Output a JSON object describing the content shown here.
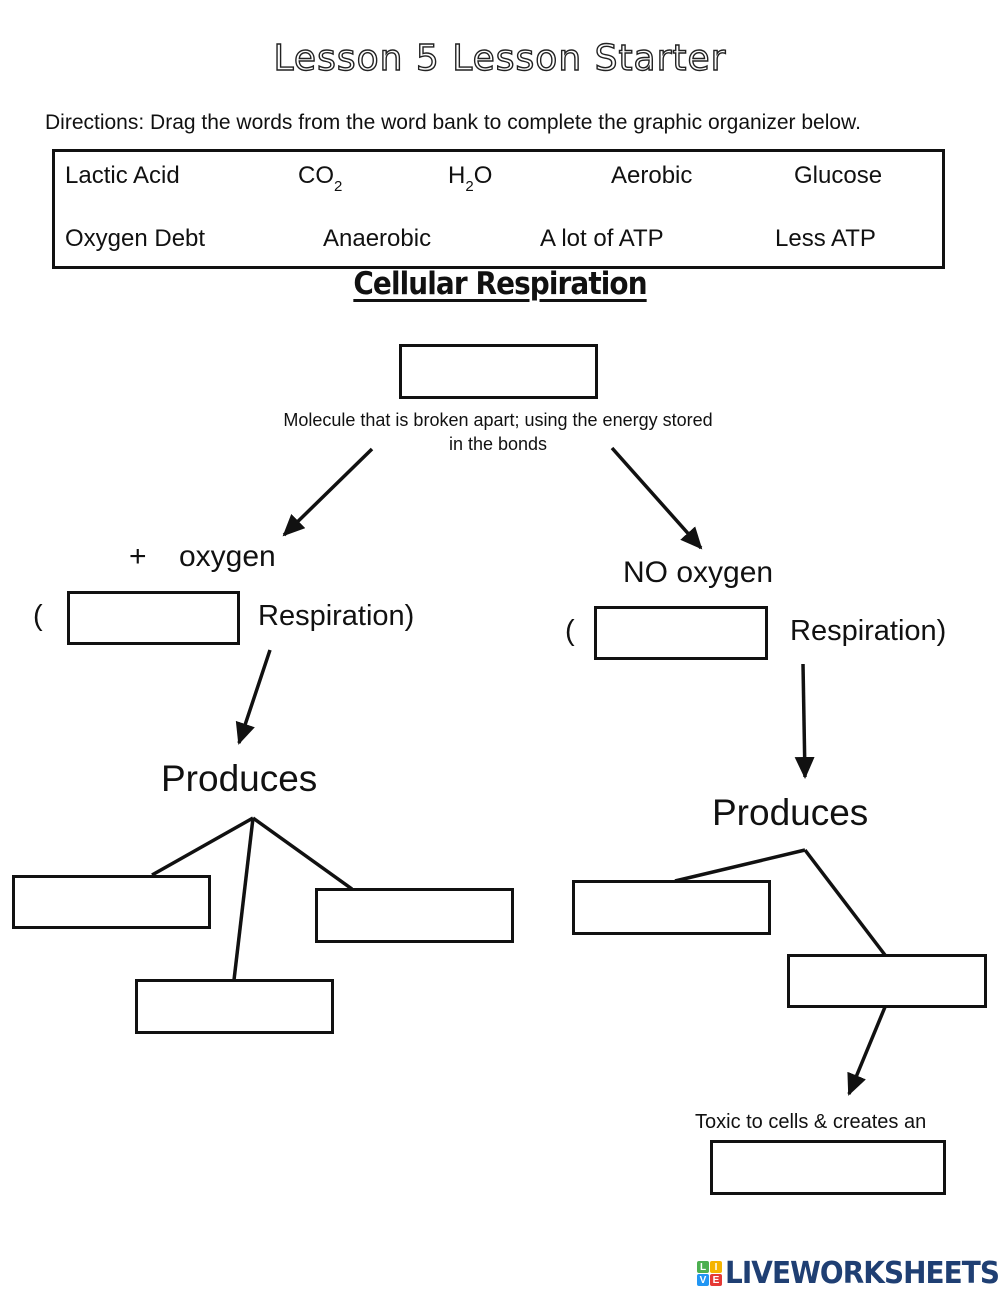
{
  "worksheet": {
    "title": "Lesson 5 Lesson Starter",
    "directions": "Directions: Drag the words from the word bank to complete the graphic organizer below.",
    "heading": "Cellular Respiration"
  },
  "word_bank": {
    "row1": [
      {
        "text": "Lactic Acid",
        "sub": ""
      },
      {
        "base": "CO",
        "sub": "2",
        "after": ""
      },
      {
        "base": "H",
        "sub": "2",
        "after": "O"
      },
      {
        "text": "Aerobic"
      },
      {
        "text": "Glucose"
      }
    ],
    "row2": [
      {
        "text": "Oxygen Debt"
      },
      {
        "text": "Anaerobic"
      },
      {
        "text": "A lot of ATP"
      },
      {
        "text": "Less ATP"
      }
    ]
  },
  "organizer": {
    "top_caption_line1": "Molecule that is broken apart; using the energy stored",
    "top_caption_line2": "in the bonds",
    "left": {
      "plus": "+",
      "label": "oxygen",
      "open_paren": "(",
      "suffix": "Respiration)",
      "produces": "Produces"
    },
    "right": {
      "label": "NO oxygen",
      "open_paren": "(",
      "suffix": "Respiration)",
      "produces": "Produces",
      "toxic_caption": "Toxic to cells & creates an"
    }
  },
  "branding": {
    "logo_letters": [
      "L",
      "I",
      "V",
      "E"
    ],
    "logo_colors": [
      "#4caf50",
      "#f5b400",
      "#2196f3",
      "#e53935"
    ],
    "logo_text": "LIVEWORKSHEETS",
    "logo_color": "#1f3f73"
  }
}
